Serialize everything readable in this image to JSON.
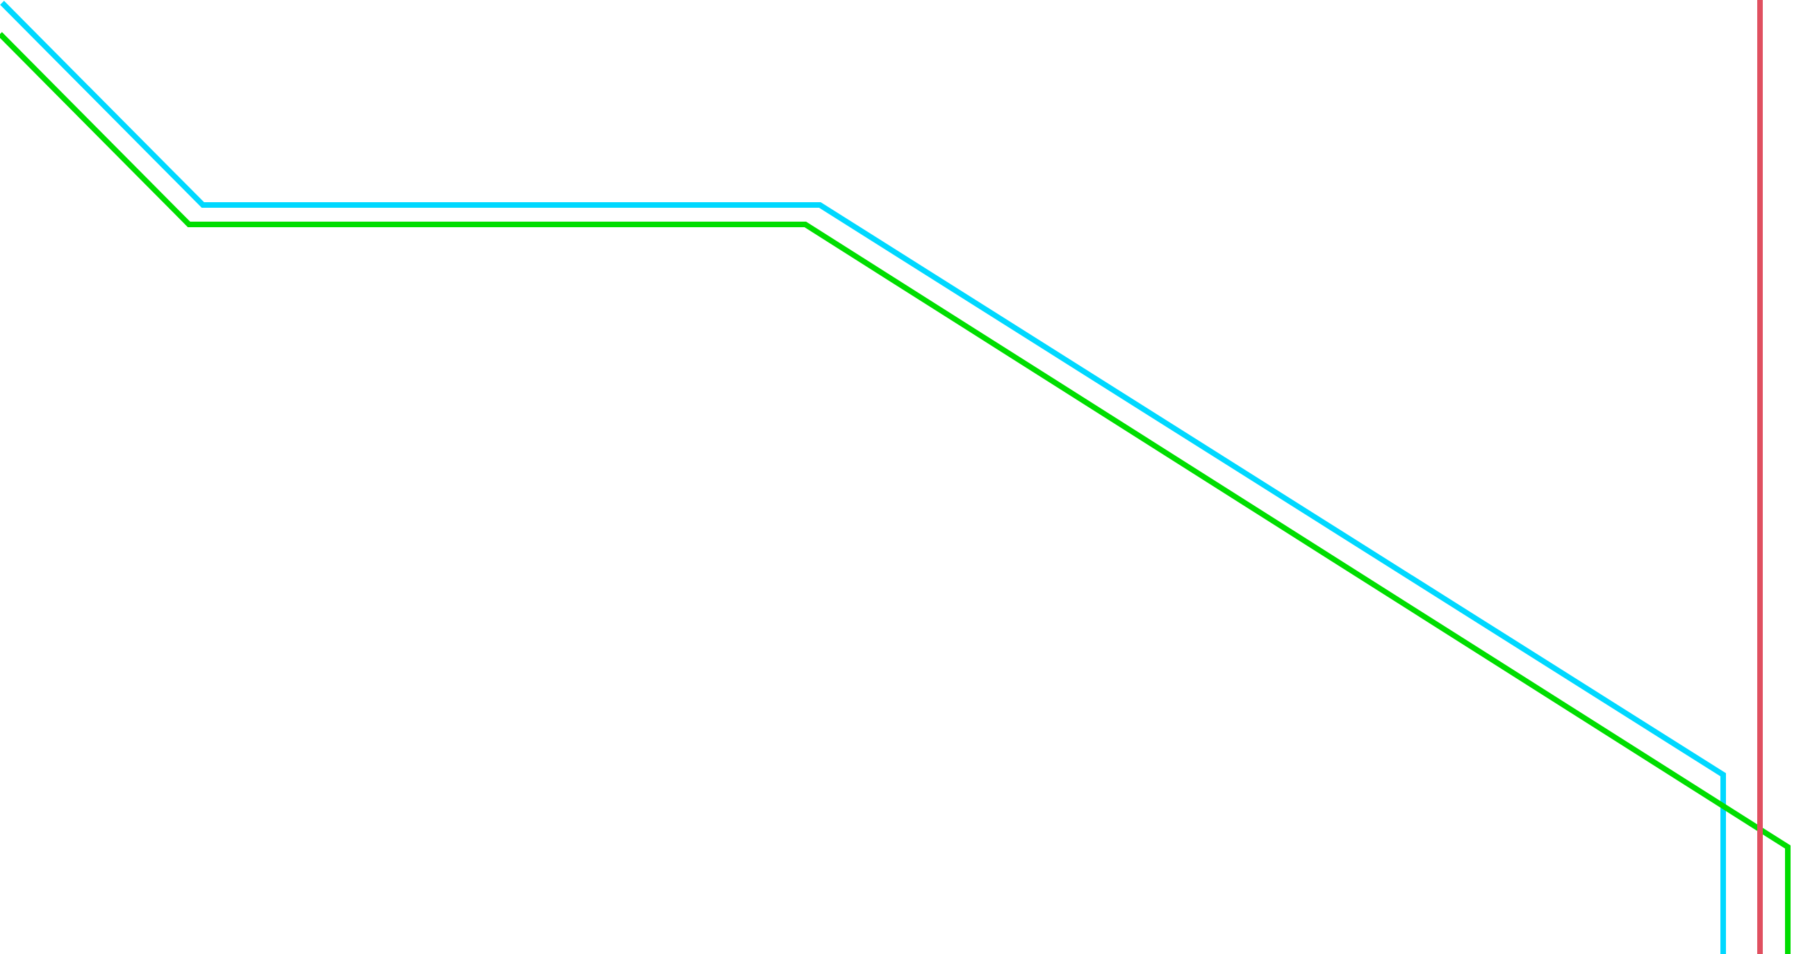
{
  "background_color": "#ffffff",
  "lines": [
    {
      "id": "cyan-route",
      "color": "#00d8ff"
    },
    {
      "id": "green-route",
      "color": "#00dd00"
    },
    {
      "id": "red-route",
      "color": "#e05060"
    }
  ]
}
